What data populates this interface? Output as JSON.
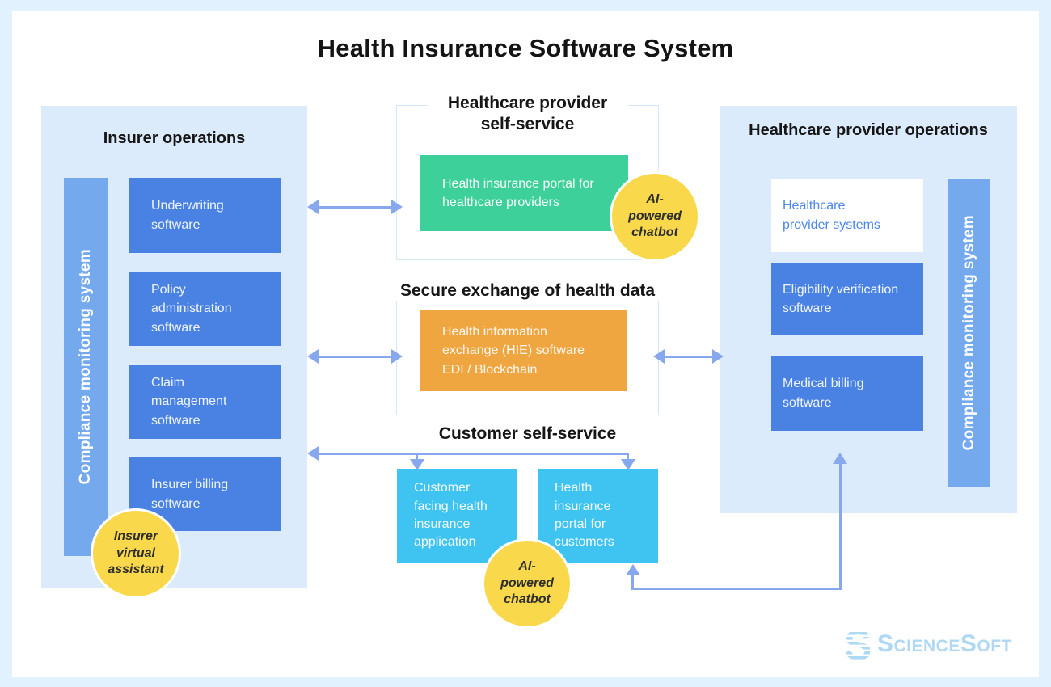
{
  "page": {
    "title": "Health Insurance Software System"
  },
  "insurer_panel": {
    "title": "Insurer operations",
    "compliance_label": "Compliance monitoring system",
    "boxes": [
      "Underwriting software",
      "Policy administration software",
      "Claim management software",
      "Insurer billing software"
    ],
    "assistant_label": "Insurer virtual assistant"
  },
  "provider_self_service": {
    "title": "Healthcare provider self-service",
    "portal_label": "Health insurance portal for healthcare providers",
    "chatbot_label": "AI-powered chatbot"
  },
  "secure_exchange": {
    "title": "Secure exchange of health data",
    "hie_line1": "Health information exchange (HIE) software",
    "hie_line2": "EDI / Blockchain"
  },
  "customer_self_service": {
    "title": "Customer self-service",
    "app_label": "Customer facing health insurance application",
    "portal_label": "Health insurance portal for customers",
    "chatbot_label": "AI-powered chatbot"
  },
  "provider_panel": {
    "title": "Healthcare provider operations",
    "systems_label": "Healthcare provider systems",
    "eligibility_label": "Eligibility verification software",
    "billing_label": "Medical billing software",
    "compliance_label": "Compliance monitoring system"
  },
  "logo": {
    "text": "ScienceSoft"
  },
  "colors": {
    "software_box_blue": "#4a82e4",
    "compliance_bar_blue": "#74a9ee",
    "portal_green": "#3dd09a",
    "hie_orange": "#efa640",
    "customer_cyan": "#3fc3f0",
    "badge_yellow": "#f9d84b",
    "arrow_blue": "#87a8ed",
    "panel_background": "#dcebfc",
    "outer_background": "#e1f1fd",
    "provider_systems_text": "#4c86e8",
    "logo_blue": "#b0d8f4"
  }
}
